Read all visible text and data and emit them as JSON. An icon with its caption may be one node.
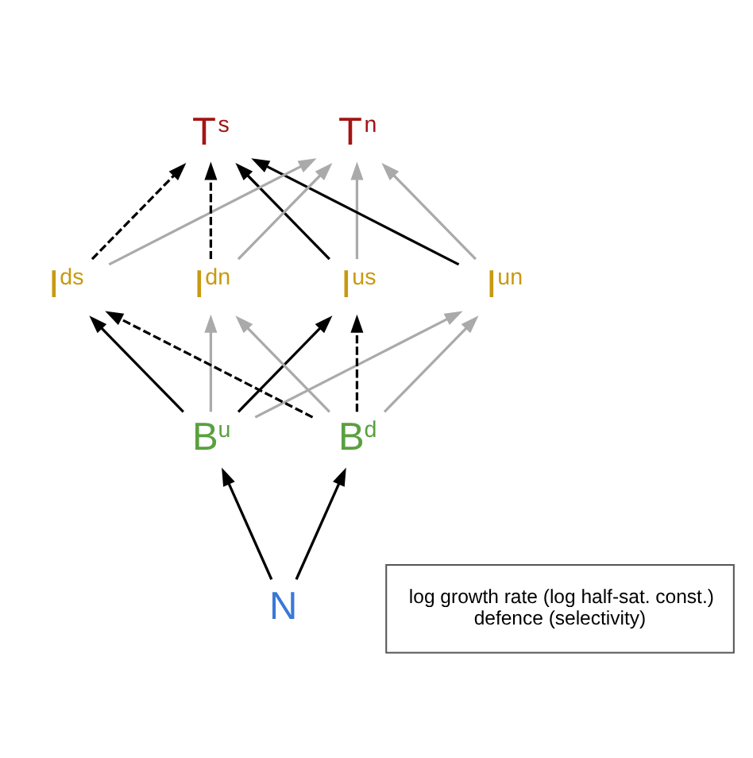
{
  "diagram": {
    "nodes": [
      {
        "text": [
          "T$^{s}$"
        ]
      },
      {
        "text": [
          "T$^{n}$"
        ]
      },
      {
        "text": [
          "I$^{us}$"
        ]
      },
      {
        "text": [
          "I$^{un}$"
        ]
      },
      {
        "text": [
          "I$^{ds}$"
        ]
      },
      {
        "text": [
          "I$^{dn}$"
        ]
      },
      {
        "text": [
          "B$^{u}$"
        ]
      },
      {
        "text": [
          "B$^{d}$"
        ]
      },
      {
        "text": [
          "N"
        ]
      },
      {
        "text": [
          "log growth rate (log half-sat. const.)",
          "defence (selectivity)"
        ]
      }
    ],
    "edges": [
      {
        "from": 2,
        "to": 0,
        "arrow": "to"
      },
      {
        "from": 2,
        "to": 1,
        "arrow": "to",
        "color": "#aaaaaa"
      },
      {
        "from": 3,
        "to": 0,
        "arrow": "to"
      },
      {
        "from": 3,
        "to": 1,
        "arrow": "to",
        "color": "#aaaaaa"
      },
      {
        "from": 4,
        "to": 0,
        "arrow": "to",
        "style": "dashed"
      },
      {
        "from": 4,
        "to": 1,
        "arrow": "to",
        "color": "#aaaaaa"
      },
      {
        "from": 5,
        "to": 0,
        "arrow": "to",
        "style": "dashed"
      },
      {
        "from": 5,
        "to": 1,
        "arrow": "to",
        "color": "#aaaaaa"
      },
      {
        "from": 6,
        "to": 2,
        "arrow": "to"
      },
      {
        "from": 6,
        "to": 3,
        "arrow": "to",
        "color": "#aaaaaa"
      },
      {
        "from": 6,
        "to": 4,
        "arrow": "to"
      },
      {
        "from": 6,
        "to": 5,
        "arrow": "to",
        "color": "#aaaaaa"
      },
      {
        "from": 7,
        "to": 2,
        "arrow": "to",
        "style": "dashed"
      },
      {
        "from": 7,
        "to": 3,
        "arrow": "to",
        "color": "#aaaaaa"
      },
      {
        "from": 7,
        "to": 4,
        "arrow": "to",
        "style": "dashed"
      },
      {
        "from": 7,
        "to": 5,
        "arrow": "to",
        "color": "#aaaaaa"
      },
      {
        "from": 8,
        "to": 6,
        "arrow": "to"
      },
      {
        "from": 8,
        "to": 7,
        "arrow": "to"
      }
    ]
  }
}
